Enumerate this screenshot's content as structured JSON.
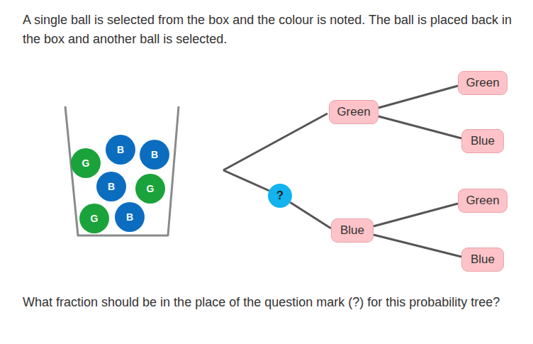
{
  "diagram": {
    "nodes": [
      {
        "text": [
          "B"
        ]
      },
      {
        "text": [
          "B"
        ]
      },
      {
        "text": [
          "G"
        ]
      },
      {
        "text": [
          "B"
        ]
      },
      {
        "text": [
          "G"
        ]
      },
      {
        "text": [
          "B"
        ]
      },
      {
        "text": [
          "G"
        ]
      },
      {
        "text": [
          "Green"
        ]
      },
      {
        "text": [
          "?"
        ]
      },
      {
        "text": [
          "Blue"
        ]
      },
      {
        "text": [
          "Green"
        ]
      },
      {
        "text": [
          "Blue"
        ]
      },
      {
        "text": [
          "Green"
        ]
      },
      {
        "text": [
          "Blue"
        ]
      }
    ],
    "edges": [
      {
        "from": 8,
        "to": 9,
        "arrow": "none"
      },
      {
        "from": 7,
        "to": 10,
        "arrow": "none"
      },
      {
        "from": 7,
        "to": 11,
        "arrow": "none"
      },
      {
        "from": 9,
        "to": 12,
        "arrow": "none"
      },
      {
        "from": 9,
        "to": 13,
        "arrow": "none"
      }
    ],
    "labels": [
      "A single ball is selected from the box and the colour is noted. The ball is placed back in the box and another ball is selected.",
      "What fraction should be in the place of the question mark (?) for this probability tree?"
    ]
  }
}
